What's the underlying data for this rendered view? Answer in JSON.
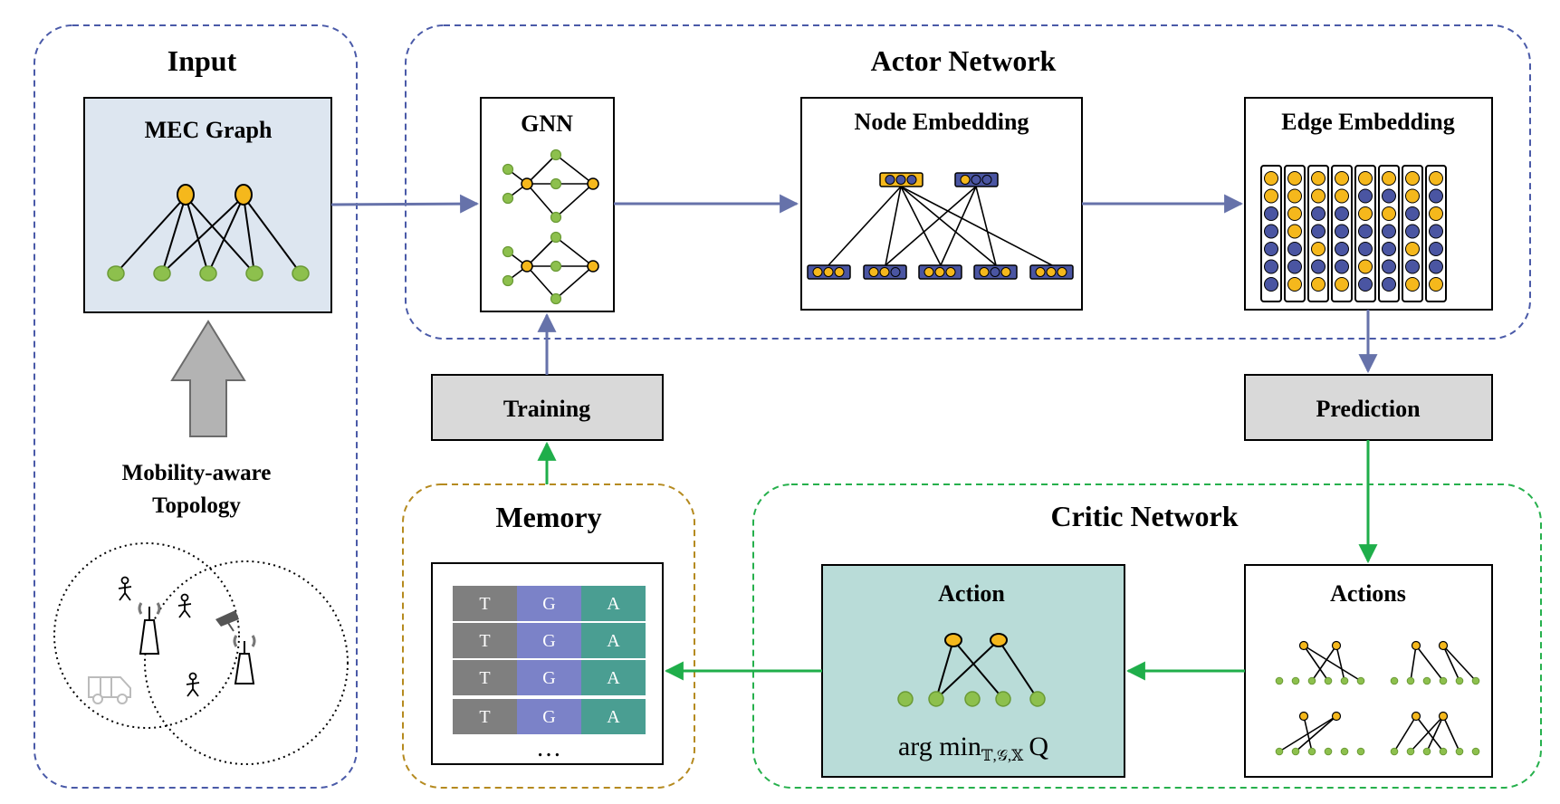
{
  "regions": {
    "input": "Input",
    "actor": "Actor Network",
    "critic": "Critic Network",
    "memory": "Memory"
  },
  "boxes": {
    "mec_graph": "MEC Graph",
    "gnn": "GNN",
    "node_embedding": "Node Embedding",
    "edge_embedding": "Edge Embedding",
    "training": "Training",
    "prediction": "Prediction",
    "action": "Action",
    "actions": "Actions"
  },
  "topology_label": [
    "Mobility-aware",
    "Topology"
  ],
  "memory_table": {
    "rows": [
      [
        "T",
        "G",
        "A"
      ],
      [
        "T",
        "G",
        "A"
      ],
      [
        "T",
        "G",
        "A"
      ],
      [
        "T",
        "G",
        "A"
      ]
    ],
    "ellipsis": "…",
    "colors": [
      "#7f7f7f",
      "#7b82c8",
      "#4a9e92"
    ]
  },
  "formula": {
    "prefix": "arg min",
    "subscript": "𝕋,𝒢,𝕏",
    "suffix": "Q"
  },
  "colors": {
    "actor_dash": "#4a5aa8",
    "critic_dash": "#26b04c",
    "memory_dash": "#b58a1f",
    "arrow_blue": "#6672aa",
    "arrow_green": "#1fae4a",
    "node_yellow": "#f5b81c",
    "node_green": "#8dc04d",
    "node_blue": "#4a55a2",
    "mec_fill": "#dde6f0",
    "action_fill": "#b9dcd8",
    "gray_box": "#d9d9d9"
  }
}
